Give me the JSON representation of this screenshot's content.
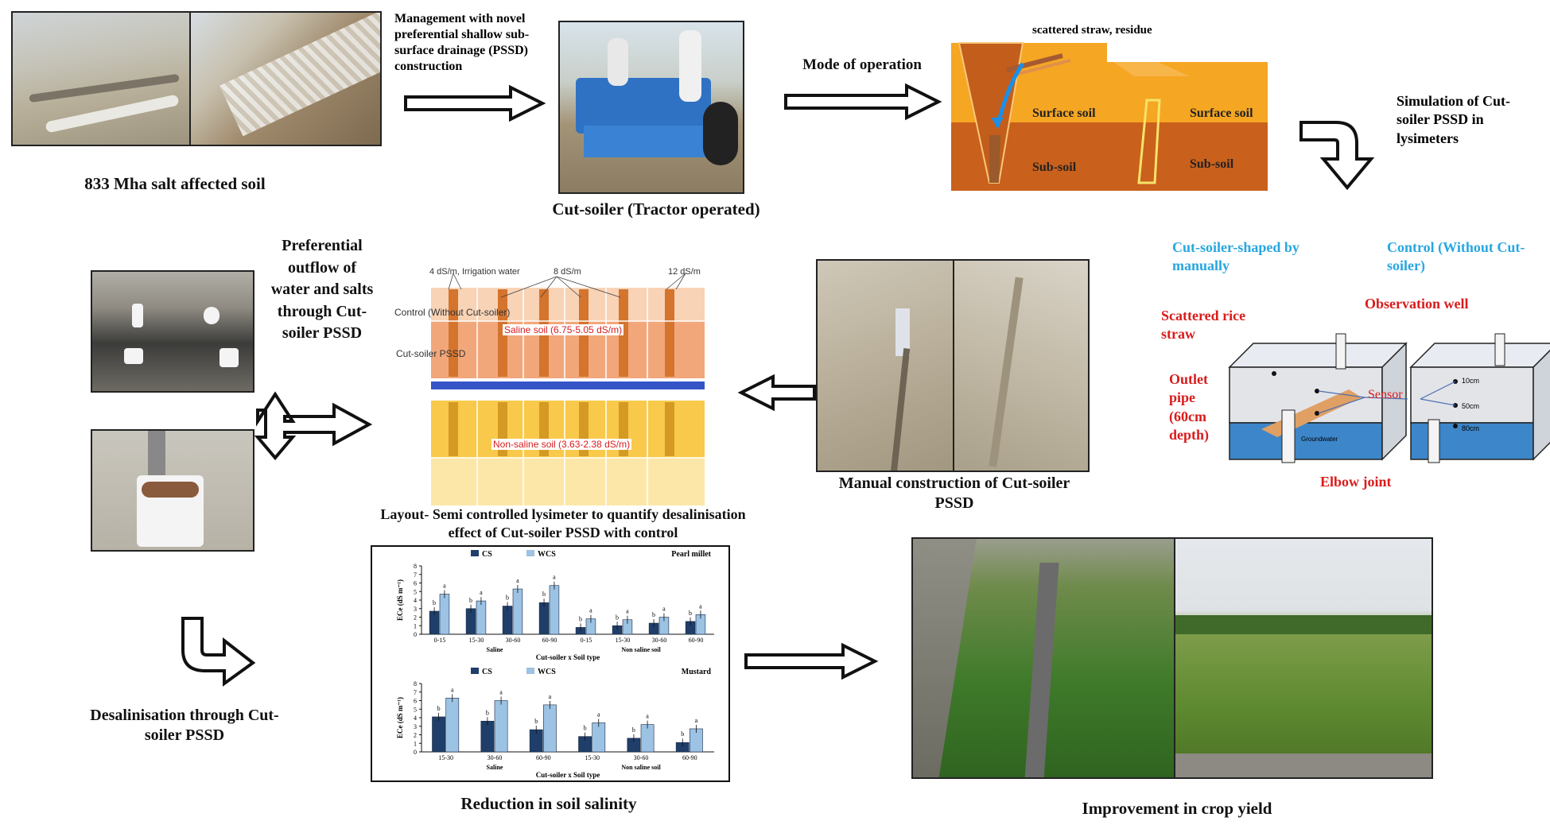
{
  "panels": {
    "salt_soil": {
      "caption": "833 Mha salt affected soil"
    },
    "management": {
      "text": "Management with novel preferential shallow sub-surface drainage (PSSD) construction"
    },
    "tractor": {
      "caption": "Cut-soiler (Tractor operated)"
    },
    "mode": {
      "label": "Mode of operation",
      "straw": "scattered straw, residue",
      "surface": "Surface soil",
      "subsoil": "Sub-soil"
    },
    "simulation": {
      "text": "Simulation of Cut-soiler PSSD in lysimeters"
    },
    "lysimeter": {
      "cs_label": "Cut-soiler-shaped by manually",
      "control_label": "Control (Without Cut-soiler)",
      "straw": "Scattered rice straw",
      "well": "Observation well",
      "outlet": "Outlet pipe (60cm depth)",
      "sensor": "Sensor",
      "elbow": "Elbow joint",
      "depths": [
        "10cm",
        "50cm",
        "80cm"
      ],
      "groundwater": "Groundwater"
    },
    "outflow": {
      "text": "Preferential outflow of water and salts through Cut-soiler PSSD"
    },
    "layout": {
      "caption": "Layout- Semi controlled lysimeter to quantify desalinisation effect of Cut-soiler PSSD with control",
      "irrigation": "4 dS/m, Irrigation water",
      "mid": "8 dS/m",
      "right": "12 dS/m",
      "control": "Control (Without Cut-soiler)",
      "saline": "Saline soil (6.75-5.05 dS/m)",
      "cutsoiler": "Cut-soiler PSSD",
      "nonsaline": "Non-saline soil (3.63-2.38 dS/m)"
    },
    "manual": {
      "caption": "Manual construction of Cut-soiler PSSD"
    },
    "desal": {
      "caption": "Desalinisation through Cut-soiler PSSD"
    },
    "reduction": {
      "caption": "Reduction in soil salinity"
    },
    "crop": {
      "caption": "Improvement in crop yield"
    }
  },
  "chart_data": [
    {
      "type": "bar",
      "title": "Pearl millet",
      "ylabel": "ECe (dS m⁻¹)",
      "xlabel": "Cut-soiler x Soil type",
      "ylim": [
        0,
        8
      ],
      "yticks": [
        0,
        1,
        2,
        3,
        4,
        5,
        6,
        7,
        8
      ],
      "categories": [
        "0-15",
        "15-30",
        "30-60",
        "60-90",
        "0-15",
        "15-30",
        "30-60",
        "60-90"
      ],
      "groups": [
        "Saline",
        "Non saline soil"
      ],
      "series": [
        {
          "name": "CS",
          "values": [
            2.7,
            3.0,
            3.3,
            3.7,
            0.8,
            1.0,
            1.3,
            1.5
          ],
          "letters": [
            "b",
            "b",
            "b",
            "b",
            "b",
            "b",
            "b",
            "b"
          ]
        },
        {
          "name": "WCS",
          "values": [
            4.7,
            3.9,
            5.3,
            5.7,
            1.8,
            1.7,
            2.0,
            2.3
          ],
          "letters": [
            "a",
            "a",
            "a",
            "a",
            "a",
            "a",
            "a",
            "a"
          ]
        }
      ]
    },
    {
      "type": "bar",
      "title": "Mustard",
      "ylabel": "ECe (dS m⁻¹)",
      "xlabel": "Cut-soiler x Soil type",
      "ylim": [
        0,
        8
      ],
      "yticks": [
        0,
        1,
        2,
        3,
        4,
        5,
        6,
        7,
        8
      ],
      "categories": [
        "15-30",
        "30-60",
        "60-90",
        "15-30",
        "30-60",
        "60-90"
      ],
      "groups": [
        "Saline",
        "Non saline soil"
      ],
      "series": [
        {
          "name": "CS",
          "values": [
            4.1,
            3.6,
            2.6,
            1.8,
            1.6,
            1.1
          ],
          "letters": [
            "b",
            "b",
            "b",
            "b",
            "b",
            "b"
          ]
        },
        {
          "name": "WCS",
          "values": [
            6.3,
            6.0,
            5.5,
            3.4,
            3.2,
            2.7
          ],
          "letters": [
            "a",
            "a",
            "a",
            "a",
            "a",
            "a"
          ]
        }
      ]
    }
  ]
}
